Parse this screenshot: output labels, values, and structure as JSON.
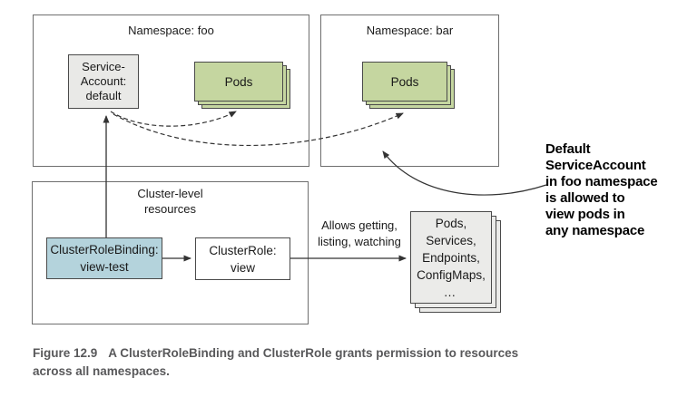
{
  "diagram": {
    "namespace_foo": {
      "title": "Namespace: foo",
      "service_account": {
        "line1": "Service-",
        "line2": "Account:",
        "line3": "default"
      },
      "pods_label": "Pods"
    },
    "namespace_bar": {
      "title": "Namespace: bar",
      "pods_label": "Pods"
    },
    "cluster": {
      "title_line1": "Cluster-level",
      "title_line2": "resources",
      "cluster_role_binding": {
        "line1": "ClusterRoleBinding:",
        "line2": "view-test"
      },
      "cluster_role": {
        "line1": "ClusterRole:",
        "line2": "view"
      }
    },
    "permission_arrow_label": {
      "line1": "Allows getting,",
      "line2": "listing, watching"
    },
    "resources_stack": {
      "lines": [
        "Pods,",
        "Services,",
        "Endpoints,",
        "ConfigMaps,",
        "…"
      ]
    },
    "annotation": {
      "lines": [
        "Default",
        "ServiceAccount",
        "in foo namespace",
        "is allowed to",
        "view pods in",
        "any namespace"
      ]
    },
    "caption": {
      "label": "Figure 12.9",
      "text": "A ClusterRoleBinding and ClusterRole grants permission to resources across all namespaces."
    }
  },
  "colors": {
    "namespace_border": "#6e6e6e",
    "box_border": "#4a4a4a",
    "service_account_fill": "#e9e9e7",
    "pods_fill": "#c5d6a0",
    "binding_fill": "#b4d3dc",
    "role_fill": "#ffffff",
    "resources_fill": "#ebebe9",
    "arrow": "#333333",
    "caption_color": "#58585a",
    "text": "#1a1a1a"
  }
}
